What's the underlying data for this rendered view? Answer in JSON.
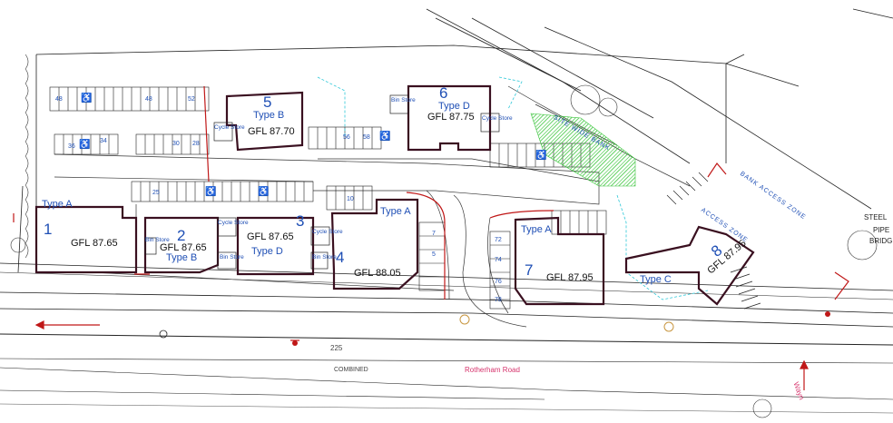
{
  "plots": [
    {
      "number": "1",
      "type": "Type A",
      "gfl": "GFL 87.65"
    },
    {
      "number": "2",
      "type": "Type B",
      "gfl": "GFL 87.65"
    },
    {
      "number": "3",
      "type": "Type D",
      "gfl": "GFL 87.65"
    },
    {
      "number": "4",
      "type": "Type A",
      "gfl": "GFL 88.05"
    },
    {
      "number": "5",
      "type": "Type B",
      "gfl": "GFL 87.70"
    },
    {
      "number": "6",
      "type": "Type D",
      "gfl": "GFL 87.75"
    },
    {
      "number": "7",
      "type": "Type A",
      "gfl": "GFL 87.95"
    },
    {
      "number": "8",
      "type": "Type C",
      "gfl": "GFL 87.95"
    }
  ],
  "stores": {
    "cycle": "Cycle Store",
    "bin": "Bin Store"
  },
  "bays": [
    "48",
    "48",
    "52",
    "36",
    "34",
    "30",
    "28",
    "25",
    "10",
    "56",
    "58",
    "7",
    "5",
    "72",
    "74",
    "76",
    "78"
  ],
  "road_labels": {
    "rotherham": "Rotherham Road",
    "combined": "COMBINED",
    "road_number": "225",
    "wwyn": "Wayn"
  },
  "zone_labels": {
    "site_wide_bank": "SITE WIDE BANK",
    "bank_access_zone": "BANK ACCESS ZONE",
    "access_zone": "ACCESS ZONE",
    "steel": "STEEL",
    "pipe": "PIPE",
    "bridge": "BRIDG"
  },
  "colors": {
    "outline": "#1a1a1a",
    "building": "#3a1020",
    "accent_blue": "#1f4fb5",
    "road_red": "#d6336c",
    "hatch_green": "#39c43a",
    "cyan": "#2ec8d8"
  }
}
